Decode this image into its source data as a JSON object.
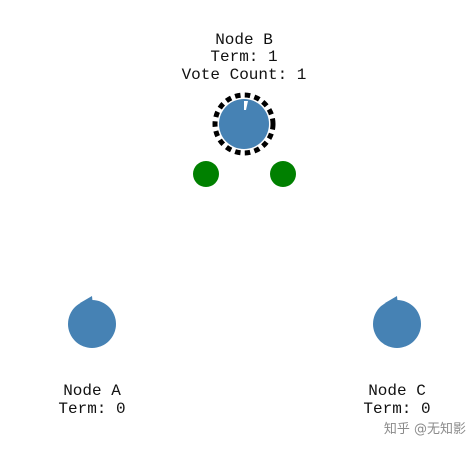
{
  "colors": {
    "node_fill": "#4682b4",
    "vote_fill": "#008000",
    "leader_ring": "#000000",
    "text": "#111111",
    "watermark": "#8a8a8a"
  },
  "nodes": {
    "b": {
      "name": "Node B",
      "term": "Term: 1",
      "votes": "Vote Count: 1",
      "state": "candidate"
    },
    "a": {
      "name": "Node A",
      "term": "Term: 0",
      "state": "follower"
    },
    "c": {
      "name": "Node C",
      "term": "Term: 0",
      "state": "follower"
    }
  },
  "watermark": {
    "text": "知乎 @无知影"
  }
}
